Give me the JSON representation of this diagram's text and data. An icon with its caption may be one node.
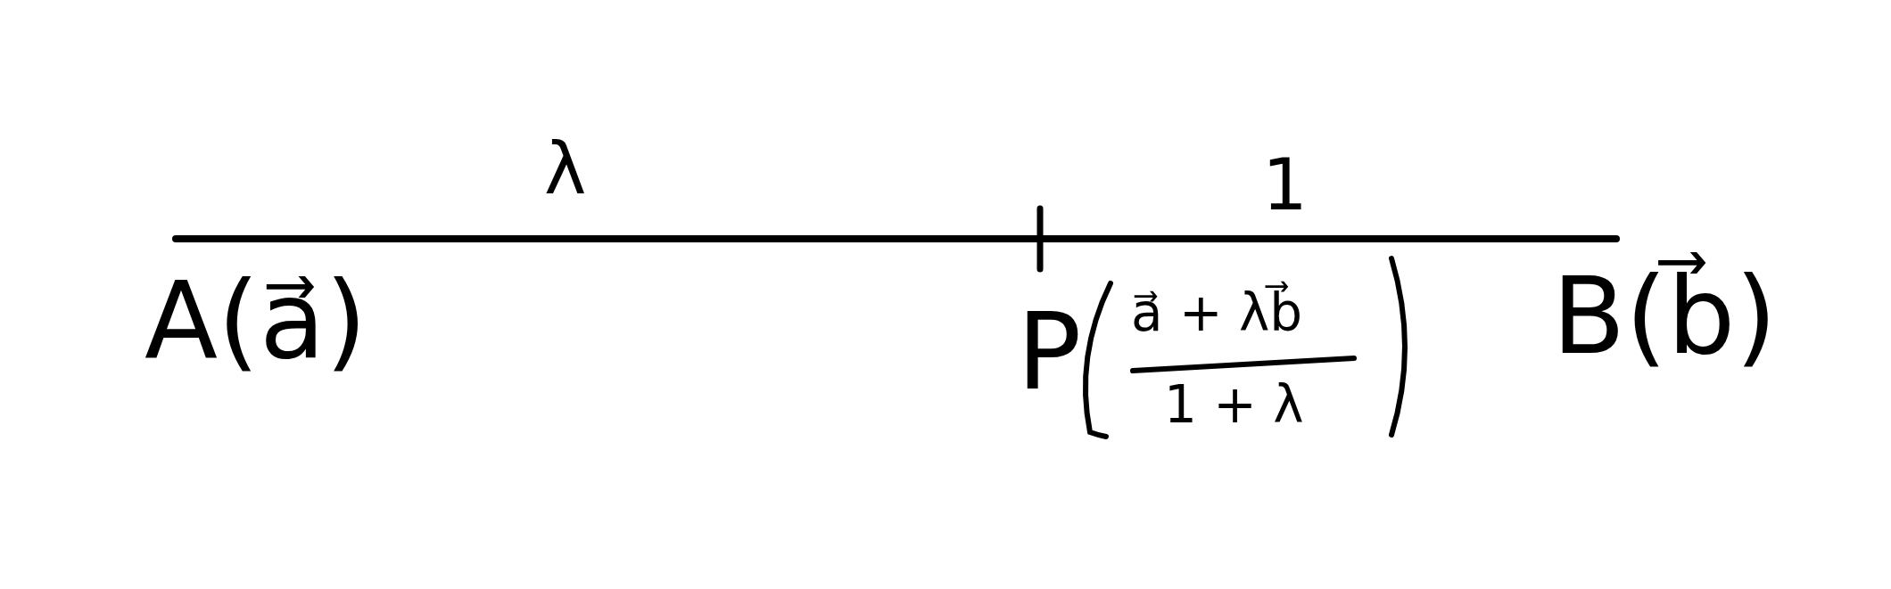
{
  "diagram": {
    "labels": [
      "λ",
      "1",
      "A(a⃗)",
      "P",
      "a⃗ + λb⃗",
      "1 + λ",
      "B(b⃗)"
    ]
  }
}
